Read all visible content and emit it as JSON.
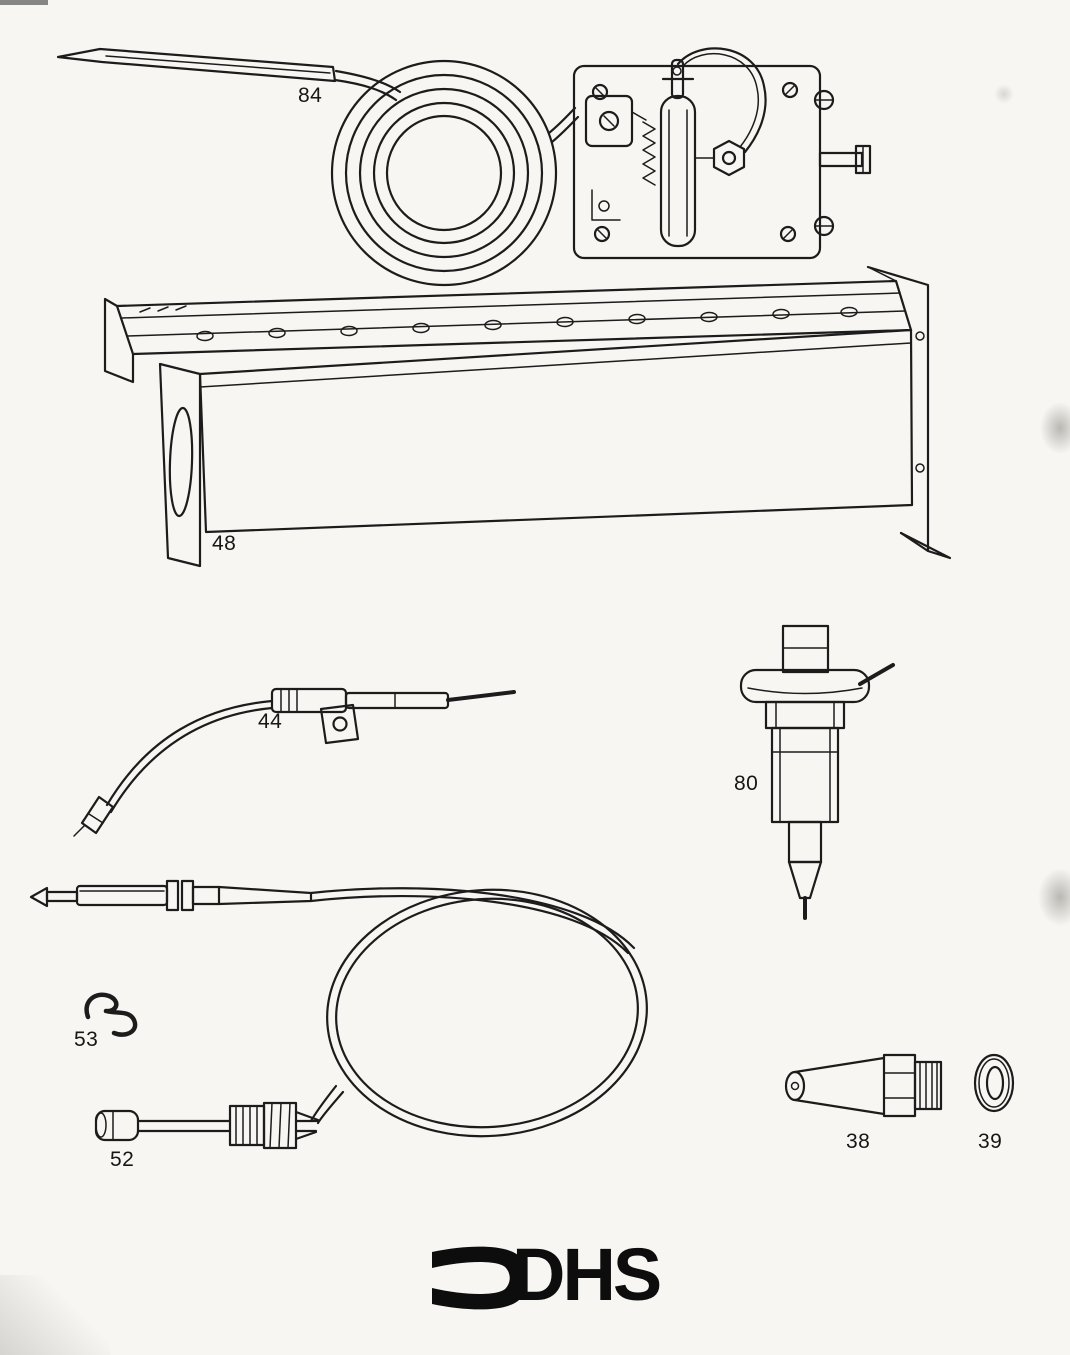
{
  "page": {
    "logo_text": "DHS"
  },
  "labels": {
    "p84": "84",
    "p48": "48",
    "p44": "44",
    "p80": "80",
    "p53": "53",
    "p52": "52",
    "p38": "38",
    "p39": "39"
  }
}
